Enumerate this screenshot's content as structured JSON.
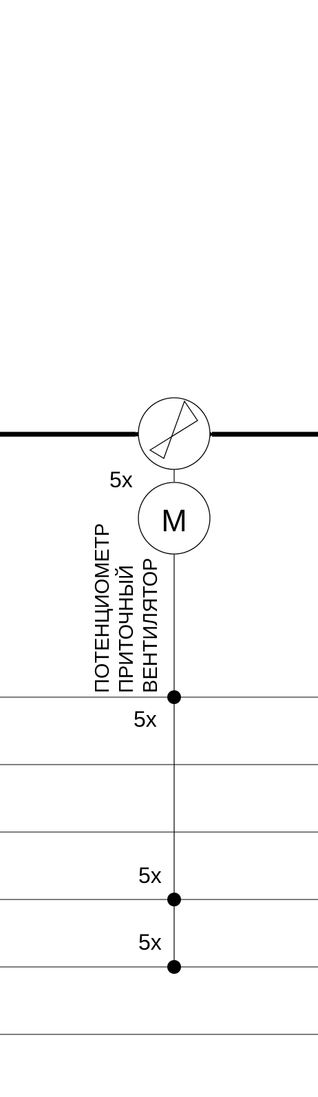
{
  "labels": {
    "multiplier_top": "5x",
    "multiplier_mid": "5x",
    "multiplier_lower1": "5x",
    "multiplier_lower2": "5x"
  },
  "motor": {
    "symbol": "M"
  },
  "device_label": {
    "line1": "ПОТЕНЦИОМЕТР",
    "line2": "ПРИТОЧНЫЙ",
    "line3": "ВЕНТИЛЯТОР"
  },
  "colors": {
    "line": "#000000",
    "background": "#ffffff"
  }
}
